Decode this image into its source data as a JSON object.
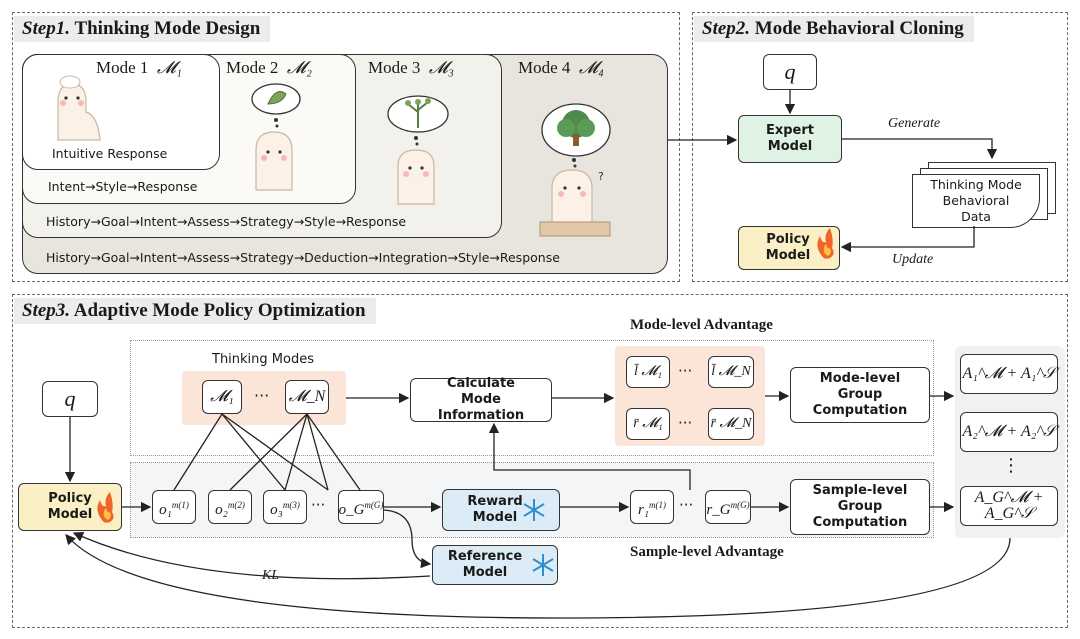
{
  "step1": {
    "title_prefix": "Step1.",
    "title_rest": " Thinking Mode Design",
    "modes": [
      {
        "label": "Mode 1",
        "symbol": "𝓜₁"
      },
      {
        "label": "Mode 2",
        "symbol": "𝓜₂"
      },
      {
        "label": "Mode 3",
        "symbol": "𝓜₃"
      },
      {
        "label": "Mode 4",
        "symbol": "𝓜₄"
      }
    ],
    "intuitive": "Intuitive Response",
    "chain1": "Intent→Style→Response",
    "chain2": "History→Goal→Intent→Assess→Strategy→Style→Response",
    "chain3": "History→Goal→Intent→Assess→Strategy→Deduction→Integration→Style→Response"
  },
  "step2": {
    "title_prefix": "Step2.",
    "title_rest": " Mode Behavioral Cloning",
    "q": "q",
    "expert": "Expert Model",
    "generate": "Generate",
    "data": "Thinking Mode Behavioral Data",
    "update": "Update",
    "policy": "Policy Model"
  },
  "step3": {
    "title_prefix": "Step3.",
    "title_rest": " Adaptive Mode Policy Optimization",
    "mode_adv": "Mode-level Advantage",
    "sample_adv": "Sample-level Advantage",
    "thinking_modes": "Thinking Modes",
    "m1": "𝓜₁",
    "dots": "···",
    "mN": "𝓜_N",
    "calc": "Calculate Mode Information",
    "mode_group": "Mode-level Group Computation",
    "sample_group": "Sample-level Group Computation",
    "reward": "Reward Model",
    "reference": "Reference Model",
    "policy": "Policy Model",
    "q": "q",
    "kl": "KL",
    "outputs": [
      "o₁",
      "o₂",
      "o₃",
      "o_G"
    ],
    "output_sups": [
      "m(1)",
      "m(2)",
      "m(3)",
      "m(G)"
    ],
    "l_left": "l̄ 𝓜₁",
    "l_right": "l̄ 𝓜_N",
    "r_left": "r̄ 𝓜₁",
    "r_right": "r̄ 𝓜_N",
    "r1": "r₁",
    "rG": "r_G",
    "adv1": "A₁^𝓜 + A₁^𝒮",
    "adv2": "A₂^𝓜 + A₂^𝒮",
    "advG": "A_G^𝓜 + A_G^𝒮",
    "vdots": "⋮"
  },
  "colors": {
    "green": "#dff3e4",
    "yellow": "#fbefc6",
    "blue": "#dcecf6",
    "peach": "#fbe4d8",
    "panel": "#eceae4"
  }
}
